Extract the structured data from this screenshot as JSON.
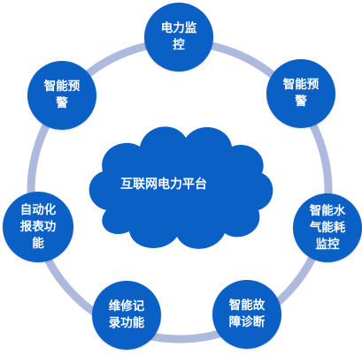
{
  "colors": {
    "ring": "#aeb9de",
    "node": "#0a60c4",
    "cloud": "#0a60c4",
    "text": "#ffffff"
  },
  "center": {
    "label": "互联网电力平台"
  },
  "nodes": [
    {
      "id": "power-monitor",
      "label": "电力监\n控"
    },
    {
      "id": "smart-warning-right",
      "label": "智能预\n警"
    },
    {
      "id": "water-gas-monitor",
      "label": "智能水\n气能耗\n监控"
    },
    {
      "id": "fault-diagnosis",
      "label": "智能故\n障诊断"
    },
    {
      "id": "maintenance-record",
      "label": "维修记\n录功能"
    },
    {
      "id": "auto-report",
      "label": "自动化\n报表功\n能"
    },
    {
      "id": "smart-warning-left",
      "label": "智能预\n警"
    }
  ]
}
